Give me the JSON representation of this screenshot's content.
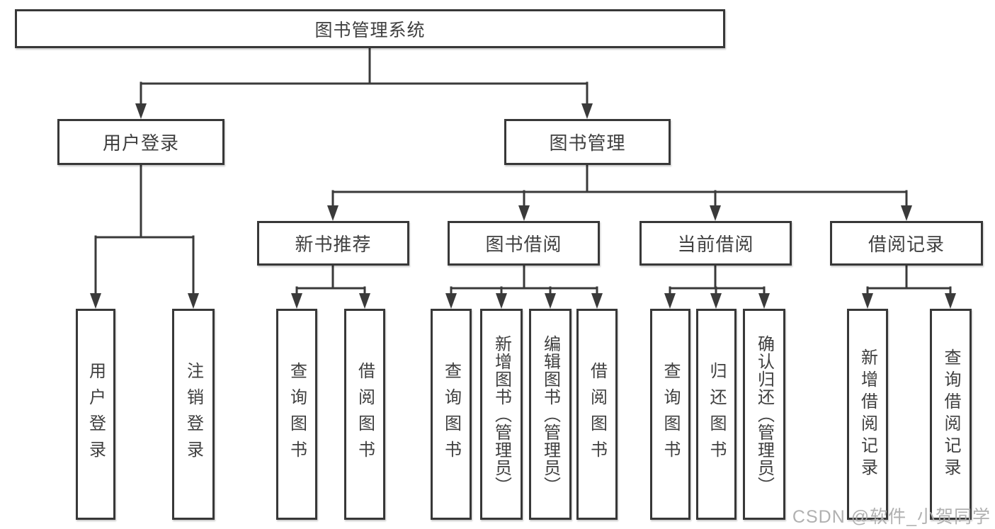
{
  "diagram": {
    "colors": {
      "line": "#3a3a3a",
      "border": "#383838",
      "text": "#3f3f3f",
      "background": "#ffffff",
      "watermark_text_color": "#adadad"
    },
    "watermark": "CSDN @软件_小贺同学",
    "tree": {
      "label": "图书管理系统",
      "children": [
        {
          "label": "用户登录",
          "children": [
            {
              "label": "用户登录"
            },
            {
              "label": "注销登录"
            }
          ]
        },
        {
          "label": "图书管理",
          "children": [
            {
              "label": "新书推荐",
              "children": [
                {
                  "label": "查询图书"
                },
                {
                  "label": "借阅图书"
                }
              ]
            },
            {
              "label": "图书借阅",
              "children": [
                {
                  "label": "查询图书"
                },
                {
                  "label": "新增图书（管理员）"
                },
                {
                  "label": "编辑图书（管理员）"
                },
                {
                  "label": "借阅图书"
                }
              ]
            },
            {
              "label": "当前借阅",
              "children": [
                {
                  "label": "查询图书"
                },
                {
                  "label": "归还图书"
                },
                {
                  "label": "确认归还（管理员）"
                }
              ]
            },
            {
              "label": "借阅记录",
              "children": [
                {
                  "label": "新增借阅记录"
                },
                {
                  "label": "查询借阅记录"
                }
              ]
            }
          ]
        }
      ]
    }
  }
}
